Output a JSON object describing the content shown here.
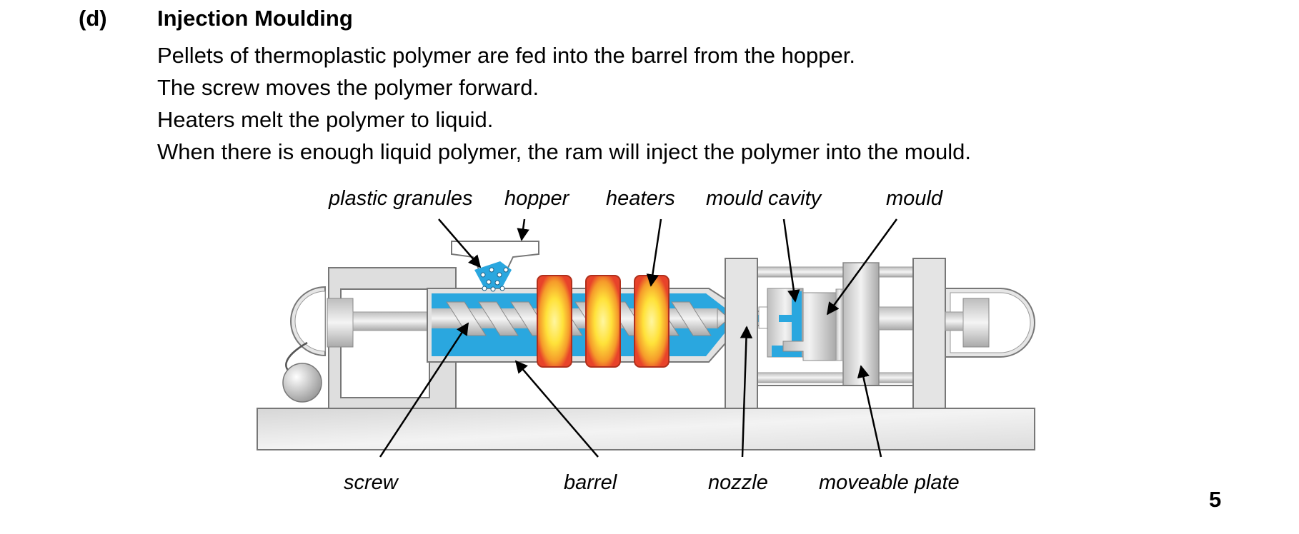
{
  "section": {
    "label": "(d)",
    "title": "Injection Moulding"
  },
  "paragraphs": [
    "Pellets of thermoplastic polymer are fed into the barrel from the hopper.",
    "The screw moves the polymer forward.",
    "Heaters melt the polymer to liquid.",
    "When there is enough liquid polymer, the ram will inject the polymer into the mould."
  ],
  "diagram": {
    "labels": {
      "plastic_granules": "plastic granules",
      "hopper": "hopper",
      "heaters": "heaters",
      "mould_cavity": "mould cavity",
      "mould": "mould",
      "screw": "screw",
      "barrel": "barrel",
      "nozzle": "nozzle",
      "moveable_plate": "moveable plate"
    },
    "colors": {
      "polymer": "#2aa7df",
      "heater_outer": "#e8432a",
      "heater_inner": "#ffe94a",
      "machine": "#d9d9d9"
    }
  },
  "page_number": "5"
}
